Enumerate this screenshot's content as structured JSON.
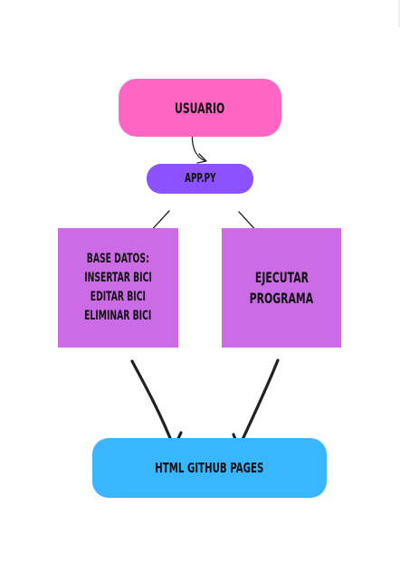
{
  "nodes": {
    "usuario": {
      "label": "USUARIO",
      "color": "#ff66c4"
    },
    "app": {
      "label": "APP.PY",
      "color": "#8c52ff"
    },
    "base": {
      "lines": [
        "BASE DATOS:",
        "INSERTAR BICI",
        "EDITAR BICI",
        "ELIMINAR BICI"
      ],
      "color": "#cb6ce6"
    },
    "ejecutar": {
      "lines": [
        "EJECUTAR",
        "PROGRAMA"
      ],
      "color": "#cb6ce6"
    },
    "html": {
      "label": "HTML GITHUB PAGES",
      "color": "#38b6ff"
    }
  },
  "edges": [
    {
      "from": "USUARIO",
      "to": "APP.PY"
    },
    {
      "from": "APP.PY",
      "to": "BASE DATOS"
    },
    {
      "from": "APP.PY",
      "to": "EJECUTAR PROGRAMA"
    },
    {
      "from": "BASE DATOS",
      "to": "HTML GITHUB PAGES"
    },
    {
      "from": "EJECUTAR PROGRAMA",
      "to": "HTML GITHUB PAGES"
    }
  ]
}
